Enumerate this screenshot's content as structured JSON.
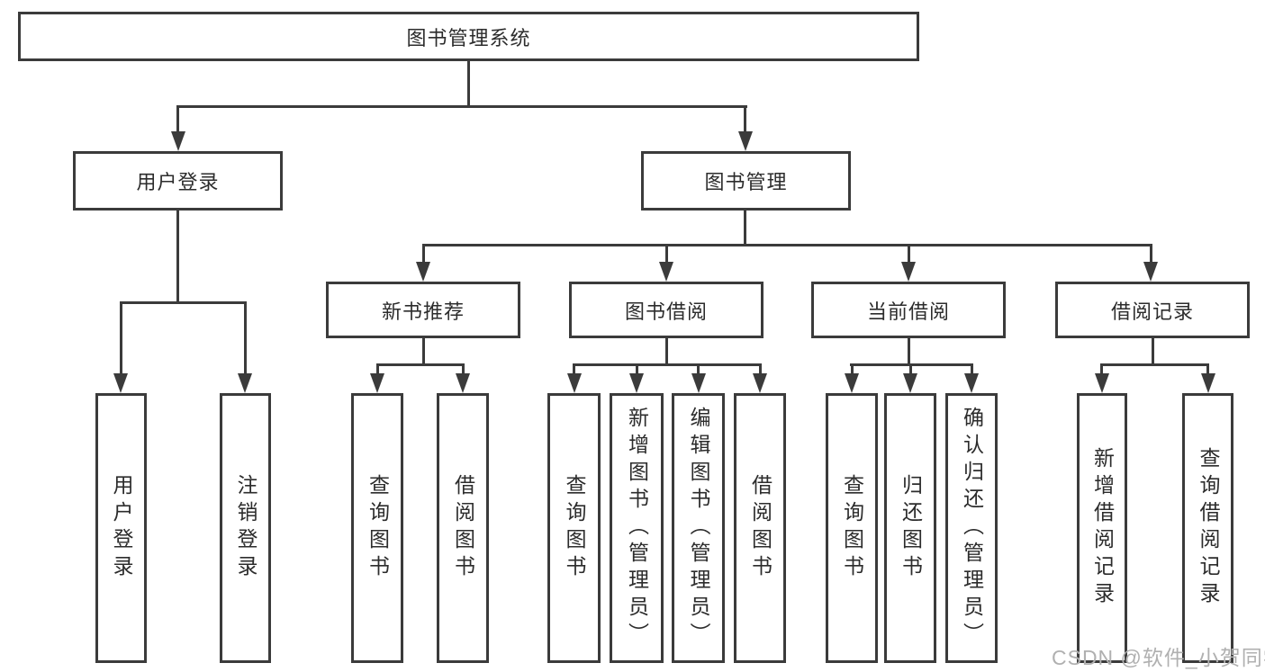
{
  "tree": {
    "label": "图书管理系统",
    "children": [
      {
        "label": "用户登录",
        "children": [
          {
            "label": "用户登录"
          },
          {
            "label": "注销登录"
          }
        ]
      },
      {
        "label": "图书管理",
        "children": [
          {
            "label": "新书推荐",
            "children": [
              {
                "label": "查询图书"
              },
              {
                "label": "借阅图书"
              }
            ]
          },
          {
            "label": "图书借阅",
            "children": [
              {
                "label": "查询图书"
              },
              {
                "label": "新增图书（管理员）"
              },
              {
                "label": "编辑图书（管理员）"
              },
              {
                "label": "借阅图书"
              }
            ]
          },
          {
            "label": "当前借阅",
            "children": [
              {
                "label": "查询图书"
              },
              {
                "label": "归还图书"
              },
              {
                "label": "确认归还（管理员）"
              }
            ]
          },
          {
            "label": "借阅记录",
            "children": [
              {
                "label": "新增借阅记录"
              },
              {
                "label": "查询借阅记录"
              }
            ]
          }
        ]
      }
    ]
  },
  "watermark": {
    "text": "CSDN @软件_小贺同学"
  },
  "colors": {
    "line": "#3b3b3b",
    "text": "#2c2c2c",
    "box_background": "#ffffff",
    "page_background": "#ffffff",
    "watermark": "#b0b0b0"
  }
}
